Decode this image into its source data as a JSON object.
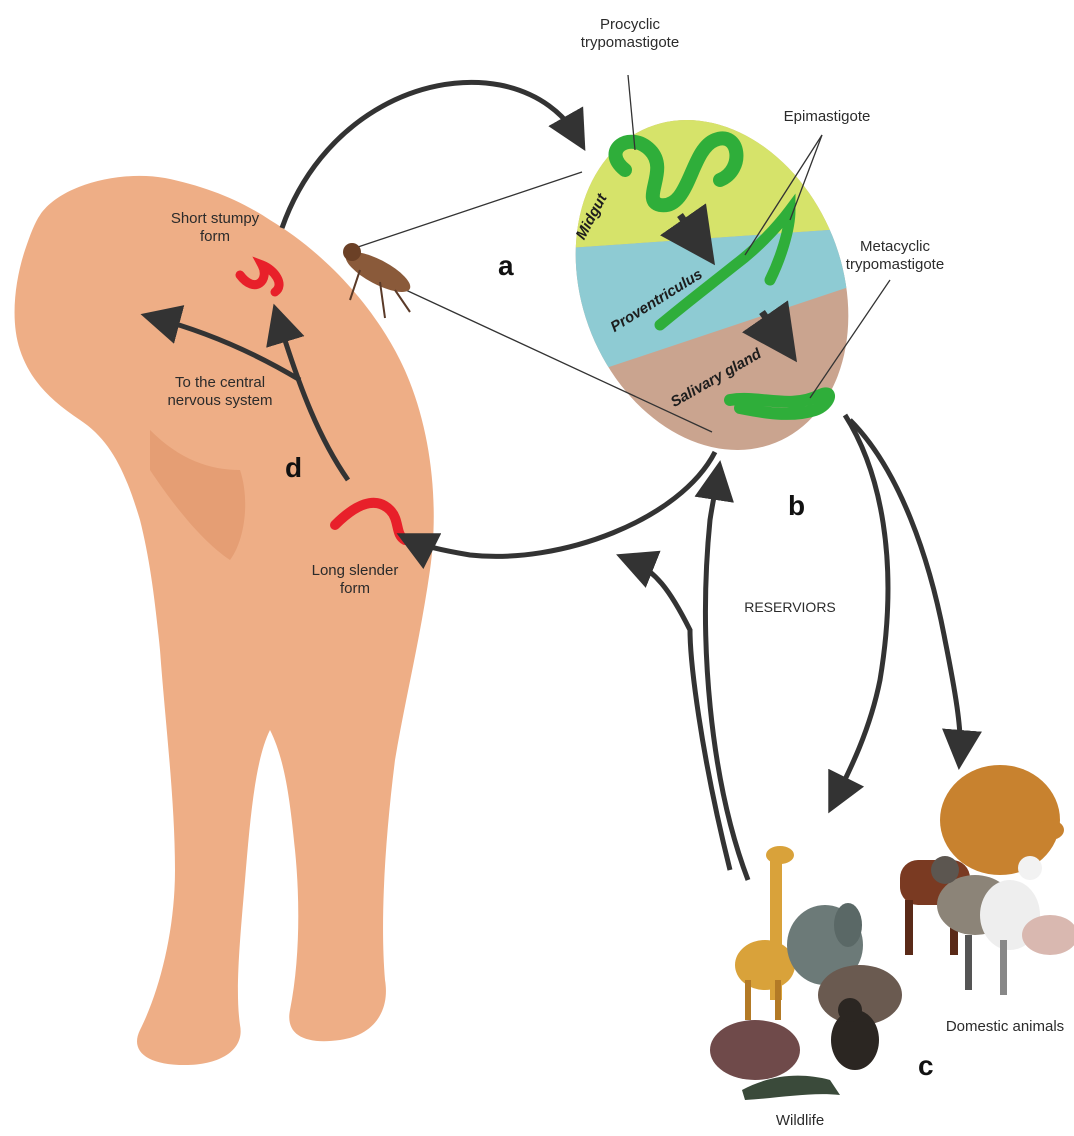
{
  "labels": {
    "procyclic": "Procyclic\ntrypomastigote",
    "epimastigote": "Epimastigote",
    "metacyclic": "Metacyclic\ntrypomastigote",
    "short_stumpy": "Short stumpy\nform",
    "long_slender": "Long slender\nform",
    "cns": "To the central\nnervous system",
    "reservoirs": "RESERVIORS",
    "domestic": "Domestic animals",
    "wildlife": "Wildlife"
  },
  "zones": {
    "midgut": "Midgut",
    "proventriculus": "Proventriculus",
    "salivary": "Salivary gland"
  },
  "panels": {
    "a": "a",
    "b": "b",
    "c": "c",
    "d": "d"
  },
  "colors": {
    "skin": "#eeae86",
    "midgut": "#d6e36a",
    "proventriculus": "#8ecbd3",
    "salivary": "#caa48f",
    "parasite": "#2fae3a",
    "blood_form": "#e8202a",
    "arrow": "#333333"
  }
}
